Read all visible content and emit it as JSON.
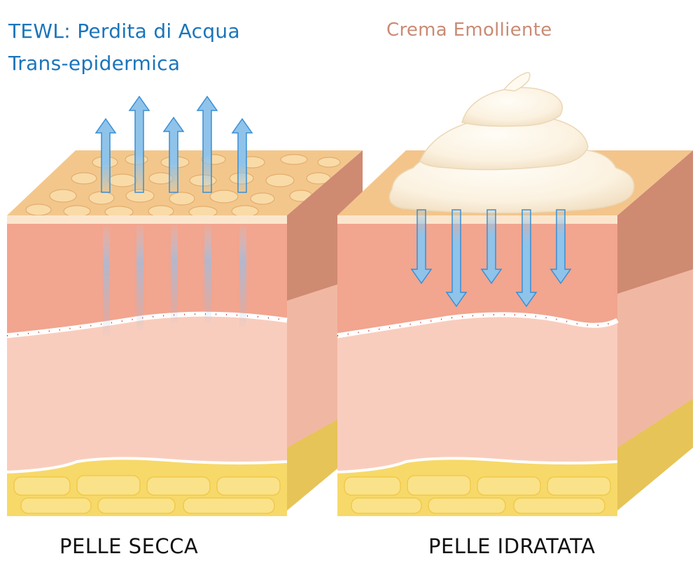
{
  "labels": {
    "tewl_line1": "TEWL: Perdita di Acqua",
    "tewl_line2": "Trans-epidermica",
    "cream": "Crema Emolliente",
    "dry_skin": "PELLE SECCA",
    "hydrated_skin": "PELLE IDRATATA"
  },
  "colors": {
    "title_blue": "#1b75bb",
    "cream_label": "#c98b74",
    "epidermis": "#f2a58f",
    "dermis": "#f9cdbd",
    "fat": "#f7d96a",
    "stratum_corneum": "#f3c78b",
    "arrow_blue": "#8fc3ea",
    "cream": "#fdf4e4"
  },
  "diagram": {
    "dry_arrows_up": 5,
    "hydrated_arrows_down": 5
  }
}
